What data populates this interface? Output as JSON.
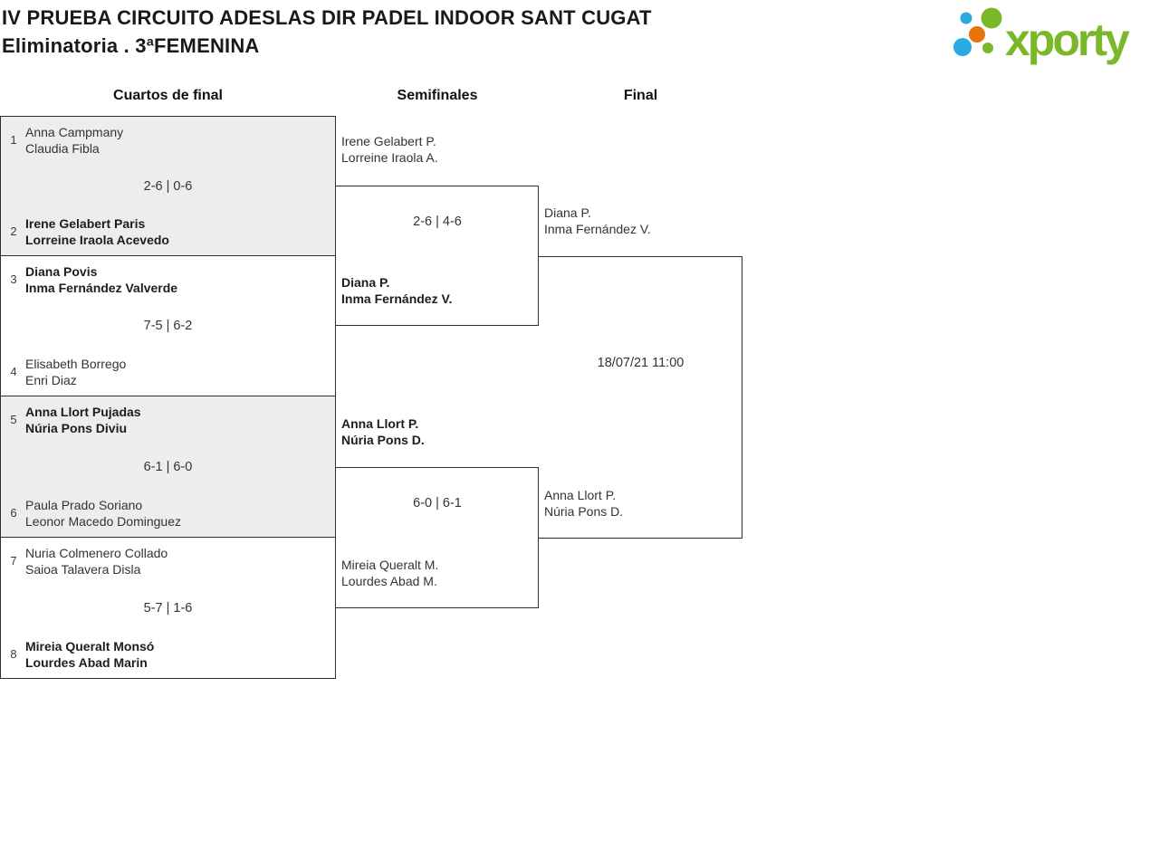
{
  "header": {
    "title": "IV PRUEBA CIRCUITO ADESLAS DIR PADEL INDOOR SANT CUGAT",
    "subtitle": "Eliminatoria . 3ªFEMENINA"
  },
  "logo": {
    "brand": "xporty",
    "colors": {
      "green": "#7ab829",
      "blue": "#29abe2",
      "orange": "#e8730a"
    }
  },
  "rounds": {
    "quarterfinals_label": "Cuartos de final",
    "semifinals_label": "Semifinales",
    "final_label": "Final"
  },
  "quarterfinals": [
    {
      "top_seed": "1",
      "top": [
        "Anna Campmany",
        "Claudia Fibla"
      ],
      "top_winner": false,
      "score": "2-6 | 0-6",
      "bottom_seed": "2",
      "bottom": [
        "Irene Gelabert Paris",
        "Lorreine Iraola Acevedo"
      ],
      "bottom_winner": true
    },
    {
      "top_seed": "3",
      "top": [
        "Diana Povis",
        "Inma Fernández Valverde"
      ],
      "top_winner": true,
      "score": "7-5 | 6-2",
      "bottom_seed": "4",
      "bottom": [
        "Elisabeth Borrego",
        "Enri Diaz"
      ],
      "bottom_winner": false
    },
    {
      "top_seed": "5",
      "top": [
        "Anna Llort Pujadas",
        "Núria Pons Diviu"
      ],
      "top_winner": true,
      "score": "6-1 | 6-0",
      "bottom_seed": "6",
      "bottom": [
        "Paula Prado Soriano",
        "Leonor Macedo Dominguez"
      ],
      "bottom_winner": false
    },
    {
      "top_seed": "7",
      "top": [
        "Nuria Colmenero Collado",
        "Saioa Talavera Disla"
      ],
      "top_winner": false,
      "score": "5-7 | 1-6",
      "bottom_seed": "8",
      "bottom": [
        "Mireia Queralt Monsó",
        "Lourdes Abad Marin"
      ],
      "bottom_winner": true
    }
  ],
  "semifinals": [
    {
      "top": [
        "Irene Gelabert P.",
        "Lorreine Iraola A."
      ],
      "top_winner": false,
      "score": "2-6 | 4-6",
      "bottom": [
        "Diana P.",
        "Inma Fernández V."
      ],
      "bottom_winner": true
    },
    {
      "top": [
        "Anna Llort P.",
        "Núria Pons D."
      ],
      "top_winner": true,
      "score": "6-0 | 6-1",
      "bottom": [
        "Mireia Queralt M.",
        "Lourdes Abad M."
      ],
      "bottom_winner": false
    }
  ],
  "final": {
    "top": [
      "Diana P.",
      "Inma Fernández V."
    ],
    "top_winner": false,
    "schedule": "18/07/21 11:00",
    "bottom": [
      "Anna Llort P.",
      "Núria Pons D."
    ],
    "bottom_winner": false
  },
  "colors": {
    "shaded_box": "#ededed",
    "border": "#2e2e2e",
    "text": "#333333"
  }
}
